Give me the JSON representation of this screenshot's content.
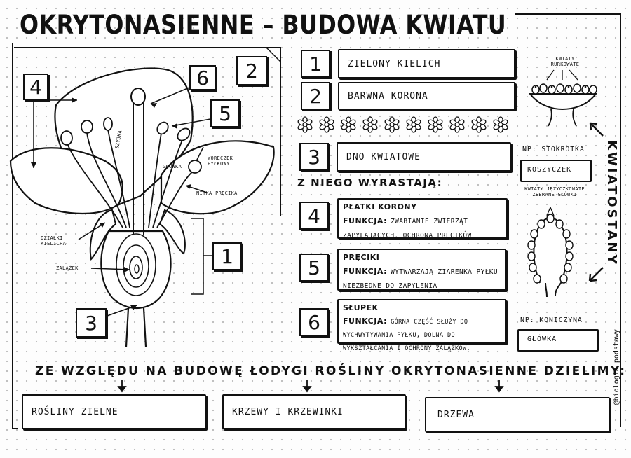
{
  "title": "OKRYTONASIENNE – BUDOWA KWIATU",
  "diagram": {
    "callouts": [
      "4",
      "2",
      "6",
      "5",
      "1",
      "3"
    ],
    "labels": {
      "szyjka": "SZYJKA",
      "glowka": "GŁÓWKA",
      "woreczek": "WORECZEK PYŁKOWY",
      "nitka": "NITKA PRĘCIKA",
      "dzialki": "DZIAŁKI KIELICHA",
      "zalazek": "ZALĄŻEK"
    }
  },
  "parts": [
    {
      "num": "1",
      "text": "ZIELONY KIELICH"
    },
    {
      "num": "2",
      "text": "BARWNA KORONA"
    },
    {
      "num": "3",
      "text": "DNO KWIATOWE"
    }
  ],
  "grows_heading": "Z NIEGO WYRASTAJĄ:",
  "organs": [
    {
      "num": "4",
      "name": "PŁATKI KORONY",
      "func_label": "FUNKCJA:",
      "func": "ZWABIANIE ZWIERZĄT ZAPYLAJĄCYCH, OCHRONA PRĘCIKÓW"
    },
    {
      "num": "5",
      "name": "PRĘCIKI",
      "func_label": "FUNKCJA:",
      "func": "WYTWARZAJĄ ZIARENKA PYŁKU NIEZBĘDNE DO ZAPYLENIA"
    },
    {
      "num": "6",
      "name": "SŁUPEK",
      "func_label": "FUNKCJA:",
      "func": "GÓRNA CZĘŚĆ SŁUŻY DO WYCHWYTYWANIA PYŁKU, DOLNA DO WYKSZTAŁCANIA I OCHRONY ZALĄŻKÓW."
    }
  ],
  "inflorescence": {
    "vertical_title": "KWIATOSTANY",
    "rurkowate": "KWIATY RURKOWATE",
    "ex1_label": "NP: STOKROTKA",
    "ex1_type": "KOSZYCZEK",
    "jezyczkowate": "KWIATY JĘZYCZKOWATE ZEBRANE GŁÓWKI",
    "ex2_label": "NP: KONICZYNA",
    "ex2_type": "GŁÓWKA"
  },
  "division_text": "ZE WZGLĘDU NA BUDOWĘ ŁODYGI ROŚLINY OKRYTONASIENNE DZIELIMY:",
  "divisions": [
    "ROŚLINY ZIELNE",
    "KRZEWY I KRZEWINKI",
    "DRZEWA"
  ],
  "watermark": "@biologia_podstawy"
}
